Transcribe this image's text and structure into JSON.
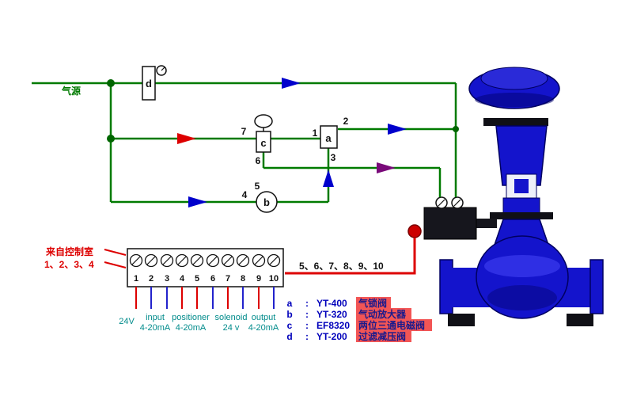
{
  "diagram": {
    "labels": {
      "air_source": "气源",
      "from_control_room_1": "来自控制室",
      "from_control_room_2": "1、2、3、4",
      "wire_numbers": "5、6、7、8、9、10"
    },
    "components": {
      "a": "a",
      "b": "b",
      "c": "c",
      "d": "d"
    },
    "ports": [
      "1",
      "2",
      "3",
      "4",
      "5",
      "6",
      "7"
    ],
    "terminal_numbers": [
      "1",
      "2",
      "3",
      "4",
      "5",
      "6",
      "7",
      "8",
      "9",
      "10"
    ],
    "terminal_groups": [
      {
        "line1": "24V",
        "line2": ""
      },
      {
        "line1": "input",
        "line2": "4-20mA"
      },
      {
        "line1": "positioner",
        "line2": "4-20mA"
      },
      {
        "line1": "solenoid",
        "line2": "24 v"
      },
      {
        "line1": "output",
        "line2": "4-20mA"
      }
    ],
    "legend": [
      {
        "letter": "a",
        "colon": ":",
        "model": "YT-400",
        "name": "气锁阀"
      },
      {
        "letter": "b",
        "colon": ":",
        "model": "YT-320",
        "name": "气动放大器"
      },
      {
        "letter": "c",
        "colon": ":",
        "model": "EF8320",
        "name": "两位三通电磁阀"
      },
      {
        "letter": "d",
        "colon": ":",
        "model": "YT-200",
        "name": "过滤减压阀"
      }
    ],
    "colors": {
      "pipe_green": "#007a00",
      "signal_red": "#dd0000",
      "arrow_blue": "#0000cc",
      "arrow_purple": "#7a0a7a",
      "valve_blue": "#1414cc",
      "label_teal": "#008b8b",
      "legend_blue": "#0000bb",
      "highlight_red": "#f25555"
    }
  }
}
